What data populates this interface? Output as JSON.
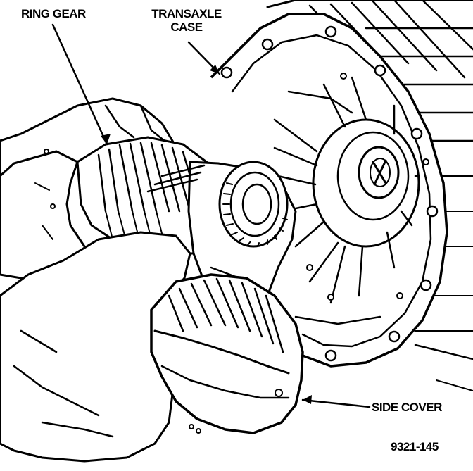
{
  "labels": {
    "ring_gear": "RING GEAR",
    "transaxle_case_line1": "TRANSAXLE",
    "transaxle_case_line2": "CASE",
    "side_cover": "SIDE COVER",
    "figure_number": "9321-145"
  },
  "colors": {
    "ink": "#000000",
    "background": "#ffffff"
  }
}
